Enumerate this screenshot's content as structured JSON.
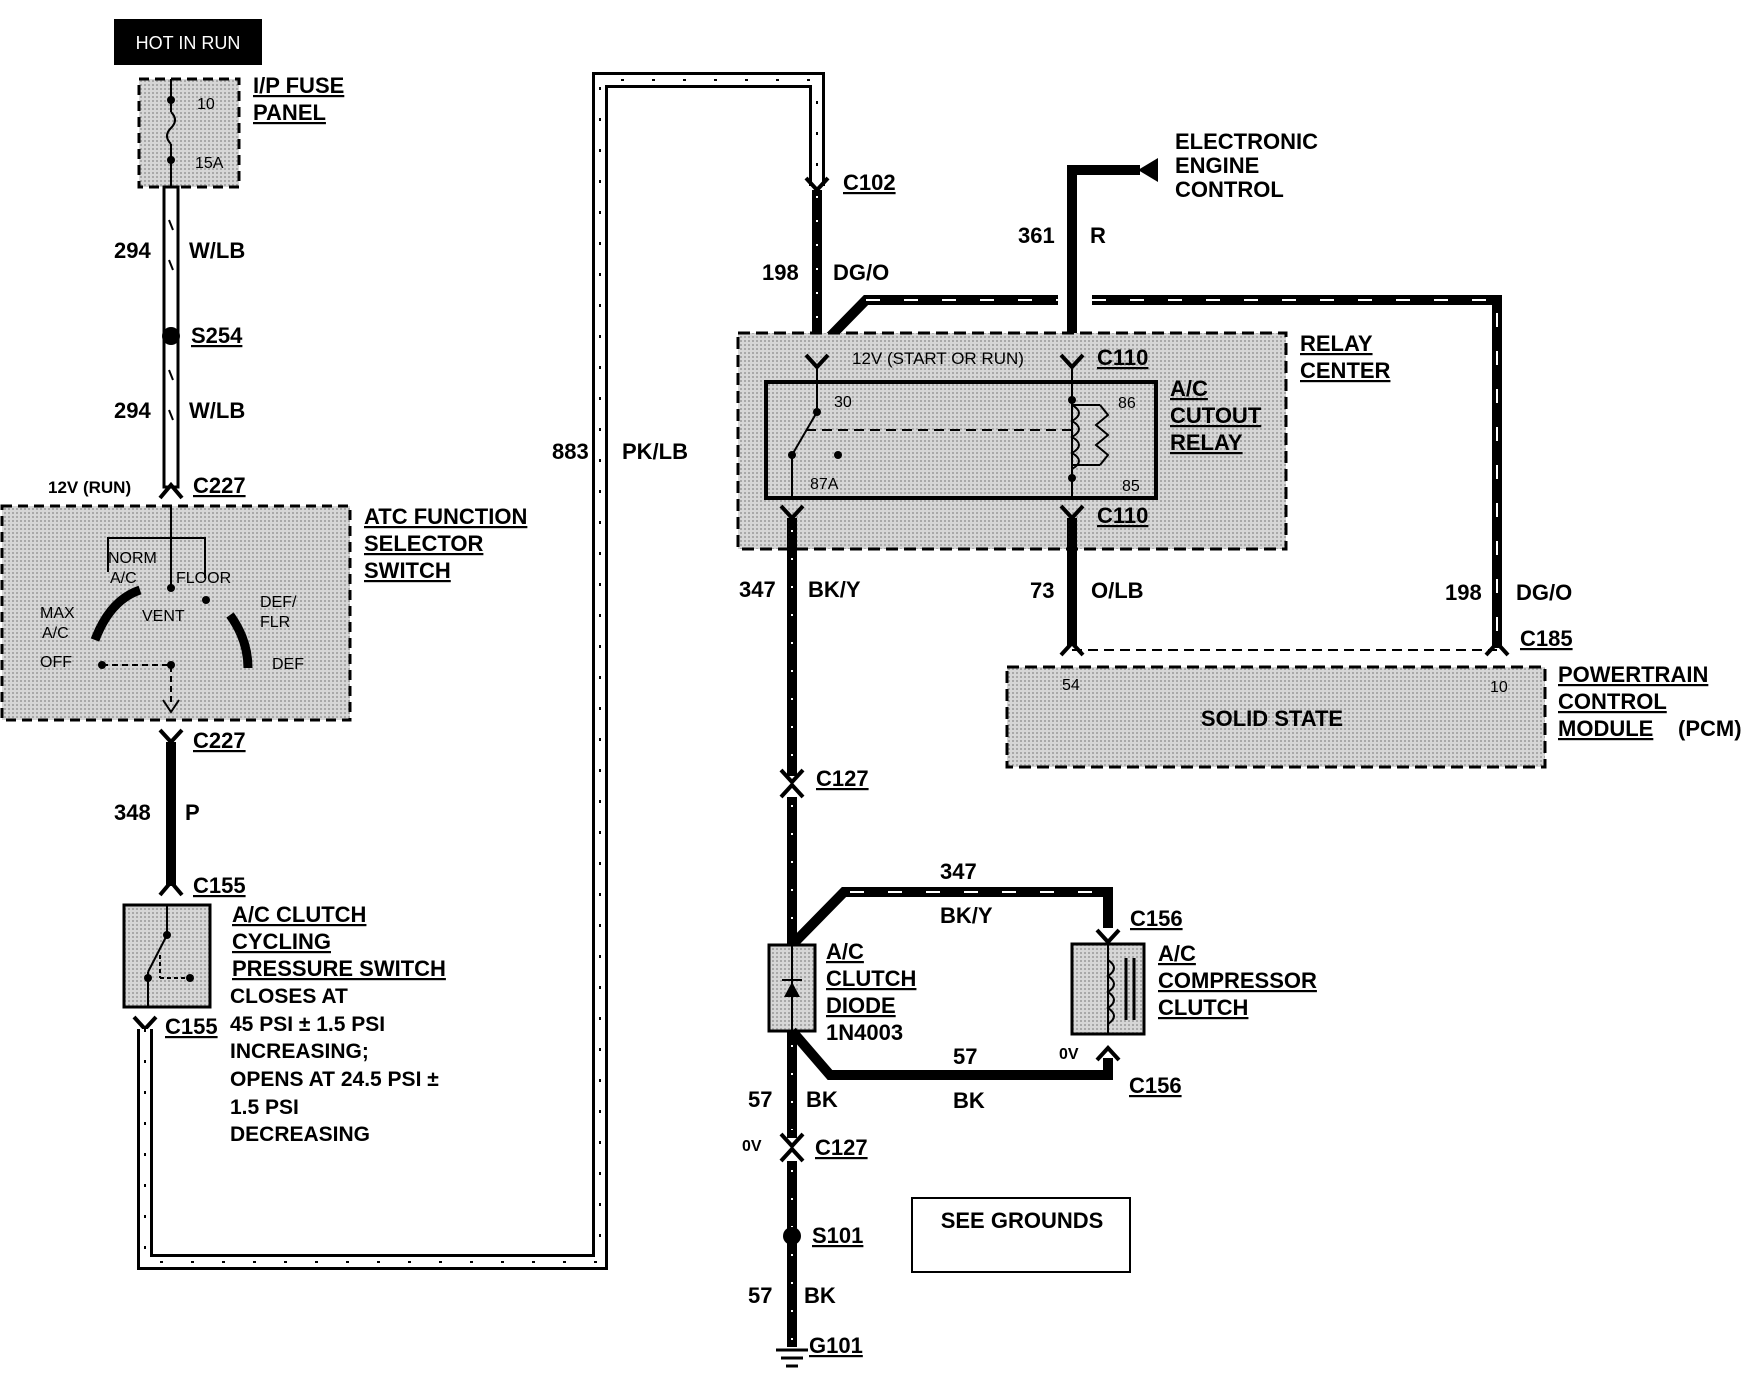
{
  "header": {
    "hot_label": "HOT IN RUN"
  },
  "fuse": {
    "title_1": "I/P FUSE",
    "title_2": "PANEL",
    "num": "10",
    "rating": "15A"
  },
  "circuits": {
    "c294_a": "294",
    "c294_a_color": "W/LB",
    "c294_b": "294",
    "c294_b_color": "W/LB",
    "c348": "348",
    "c348_color": "P",
    "c883": "883",
    "c883_color": "PK/LB",
    "c198_a": "198",
    "c198_a_color": "DG/O",
    "c361": "361",
    "c361_color": "R",
    "c347_a": "347",
    "c347_a_color": "BK/Y",
    "c73": "73",
    "c73_color": "O/LB",
    "c198_b": "198",
    "c198_b_color": "DG/O",
    "c347_b": "347",
    "c347_b_color": "BK/Y",
    "c57_a": "57",
    "c57_a_color": "BK",
    "c57_b": "57",
    "c57_b_color": "BK",
    "c57_c": "57",
    "c57_c_color": "BK"
  },
  "connectors": {
    "s254": "S254",
    "c227_top": "C227",
    "c227_bot": "C227",
    "c155_top": "C155",
    "c155_bot": "C155",
    "c102": "C102",
    "c110_top": "C110",
    "c110_bot": "C110",
    "c185": "C185",
    "c127_top": "C127",
    "c127_bot": "C127",
    "c156_top": "C156",
    "c156_bot": "C156",
    "s101": "S101",
    "g101": "G101"
  },
  "voltages": {
    "run_12v": "12V (RUN)",
    "start_run_12v": "12V (START OR RUN)",
    "ov_clutch": "0V",
    "ov_c127": "0V"
  },
  "atc_switch": {
    "title_1": "ATC FUNCTION",
    "title_2": "SELECTOR",
    "title_3": "SWITCH",
    "pos_norm": "NORM",
    "pos_ac": "A/C",
    "pos_floor": "FLOOR",
    "pos_max": "MAX",
    "pos_max_ac": "A/C",
    "pos_vent": "VENT",
    "pos_def_flr": "DEF/",
    "pos_flr": "FLR",
    "pos_off": "OFF",
    "pos_def": "DEF"
  },
  "pressure_switch": {
    "title_1": "A/C CLUTCH",
    "title_2": "CYCLING",
    "title_3": "PRESSURE SWITCH",
    "desc_1": "CLOSES AT",
    "desc_2": "45 PSI ± 1.5 PSI",
    "desc_3": "INCREASING;",
    "desc_4": "OPENS AT 24.5 PSI ±",
    "desc_5": "1.5 PSI",
    "desc_6": "DECREASING"
  },
  "eec": {
    "line_1": "ELECTRONIC",
    "line_2": "ENGINE",
    "line_3": "CONTROL"
  },
  "relay_center": {
    "title_1": "RELAY",
    "title_2": "CENTER",
    "relay_1": "A/C",
    "relay_2": "CUTOUT",
    "relay_3": "RELAY",
    "pin_30": "30",
    "pin_86": "86",
    "pin_87a": "87A",
    "pin_85": "85"
  },
  "pcm": {
    "title_1": "POWERTRAIN",
    "title_2": "CONTROL",
    "title_3": "MODULE",
    "title_4": "(PCM)",
    "body": "SOLID STATE",
    "pin_54": "54",
    "pin_10": "10"
  },
  "diode": {
    "line_1": "A/C",
    "line_2": "CLUTCH",
    "line_3": "DIODE",
    "line_4": "1N4003"
  },
  "compressor": {
    "line_1": "A/C",
    "line_2": "COMPRESSOR",
    "line_3": "CLUTCH"
  },
  "grounds_box": {
    "label": "SEE GROUNDS"
  }
}
